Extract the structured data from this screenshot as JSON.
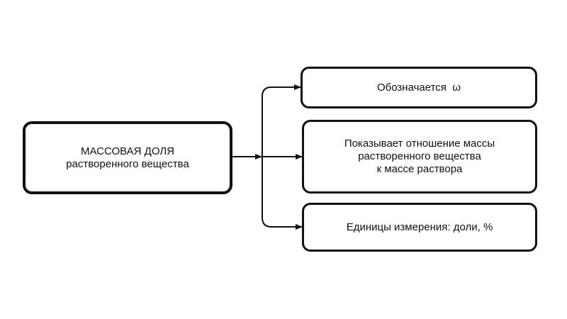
{
  "diagram": {
    "main": {
      "line1": "МАССОВАЯ ДОЛЯ",
      "line2": "растворенного вещества"
    },
    "branches": [
      {
        "lines": [
          "Обозначается  ω"
        ]
      },
      {
        "lines": [
          "Показывает отношение массы",
          "растворенного вещества",
          "к массе раствора"
        ]
      },
      {
        "lines": [
          "Единицы измерения: доли, %"
        ]
      }
    ]
  },
  "colors": {
    "stroke": "#111111",
    "background": "#ffffff"
  }
}
